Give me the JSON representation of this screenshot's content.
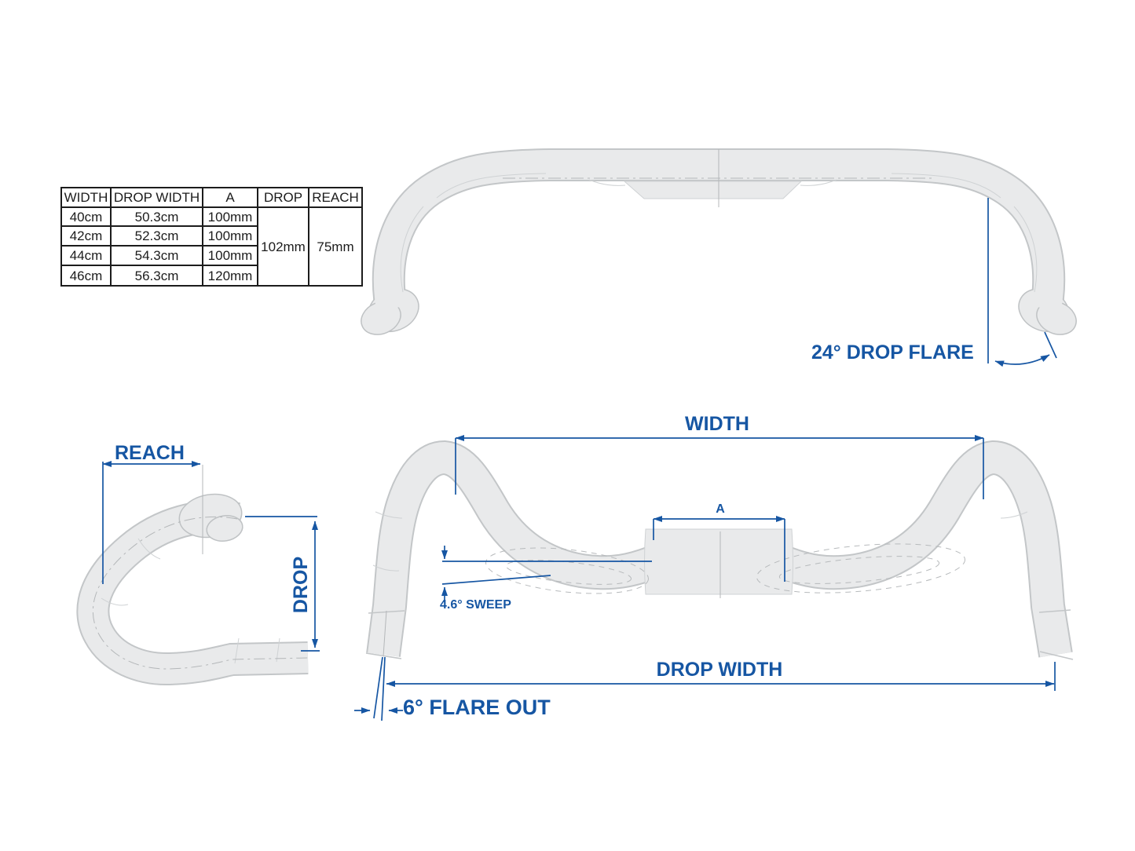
{
  "colors": {
    "annotation_blue": "#1656A3",
    "bar_fill": "#e9eaeb",
    "bar_outline": "#c3c6c8",
    "table_ink": "#1c1c1c"
  },
  "spec_table": {
    "headers": [
      "WIDTH",
      "DROP WIDTH",
      "A",
      "DROP",
      "REACH"
    ],
    "rows": [
      {
        "width": "40cm",
        "drop_width": "50.3cm",
        "a": "100mm"
      },
      {
        "width": "42cm",
        "drop_width": "52.3cm",
        "a": "100mm"
      },
      {
        "width": "44cm",
        "drop_width": "54.3cm",
        "a": "100mm"
      },
      {
        "width": "46cm",
        "drop_width": "56.3cm",
        "a": "120mm"
      }
    ],
    "drop_shared": "102mm",
    "reach_shared": "75mm"
  },
  "labels": {
    "drop_flare": "24° DROP FLARE",
    "reach": "REACH",
    "drop": "DROP",
    "width": "WIDTH",
    "a": "A",
    "sweep": "4.6° SWEEP",
    "drop_width": "DROP WIDTH",
    "flare_out": "6° FLARE OUT"
  }
}
